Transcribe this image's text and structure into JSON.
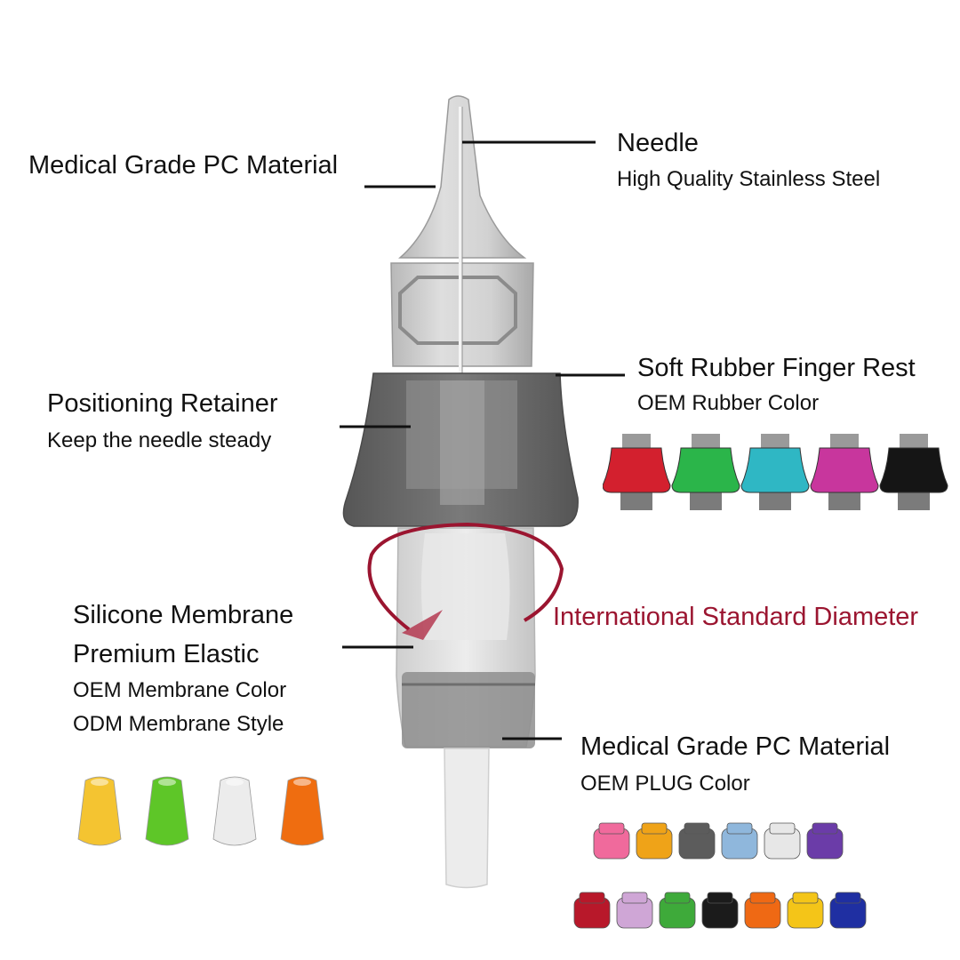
{
  "labels": {
    "tip_material": "Medical Grade PC Material",
    "needle_title": "Needle",
    "needle_sub": "High Quality Stainless Steel",
    "finger_rest_title": "Soft Rubber Finger Rest",
    "finger_rest_sub": "OEM Rubber Color",
    "retainer_title": "Positioning Retainer",
    "retainer_sub": "Keep the needle steady",
    "diameter": "International Standard Diameter",
    "membrane_title": "Silicone Membrane",
    "membrane_title2": "Premium Elastic",
    "membrane_oem": "OEM Membrane Color",
    "membrane_odm": "ODM Membrane Style",
    "plug_material": "Medical Grade PC Material",
    "plug_sub": "OEM PLUG Color"
  },
  "colors": {
    "accent": "#9b1530",
    "cartridge_body": "#c9c9c9",
    "finger_rest": "#6a6a6a",
    "rubber_swatches": [
      "#d3202e",
      "#2bb54a",
      "#2fb7c4",
      "#c8369d",
      "#151515"
    ],
    "membrane_swatches": [
      "#f4c431",
      "#5ec628",
      "#ececec",
      "#ef6d10"
    ],
    "plug_row1": [
      "#f06a9c",
      "#efa318",
      "#5c5c5c",
      "#8fb7dc",
      "#e7e7e7",
      "#6b3ca8"
    ],
    "plug_row2": [
      "#b8182a",
      "#cfa6d6",
      "#3eaa3a",
      "#1b1b1b",
      "#ef6914",
      "#f4c518",
      "#1f2fa2"
    ]
  }
}
